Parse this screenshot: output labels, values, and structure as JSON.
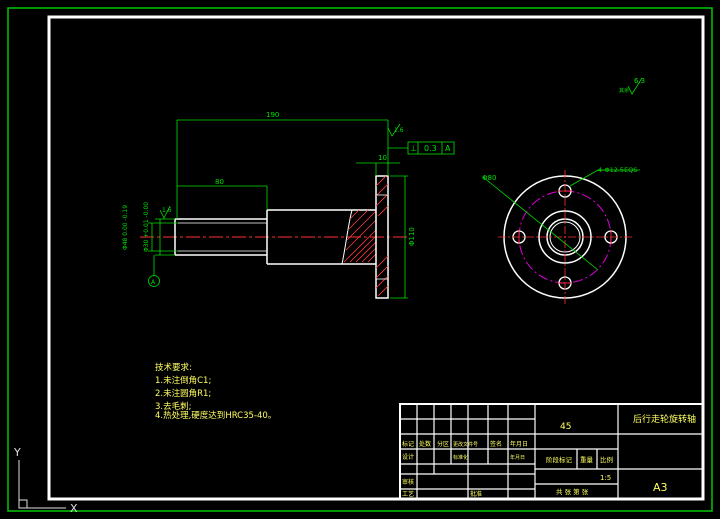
{
  "drawing": {
    "dims": {
      "overall_length": "190",
      "shaft_length": "80",
      "flange_thickness": "10",
      "flange_dia": "Φ110",
      "shaft_dia_label": "Φ48 0.00 -0.19",
      "bore_dia_label": "Φ30 +0.01 -0.00",
      "pcd_label": "Φ80",
      "holes_label": "4-Φ12.5EQS",
      "roughness_shaft": "1.6",
      "roughness_face": "1.6",
      "roughness_other": "6.3",
      "roughness_other_note": "其余",
      "datum": "A"
    },
    "tolerance_frame": {
      "symbol": "⊥",
      "value": "0.3",
      "datum": "A"
    },
    "notes": {
      "title": "技术要求:",
      "items": [
        "1.未注倒角C1;",
        "2.未注圆角R1;",
        "3.去毛刺;",
        "4.热处理,硬度达到HRC35-40。"
      ]
    },
    "title_block": {
      "material": "45",
      "part_name": "后行走轮旋转轴",
      "stage_mark_header": "阶段标记",
      "weight_header": "重量",
      "scale_header": "比例",
      "scale_value": "1:5",
      "sheet_label": "共 张 第 张",
      "format": "A3",
      "row_labels": [
        "标记",
        "处数",
        "分区",
        "更改文件号",
        "签名",
        "年月日"
      ],
      "row_labels2": [
        "设计",
        "标准化",
        "年月日"
      ],
      "left_labels": [
        "审核",
        "工艺"
      ],
      "extra_labels": [
        "批准"
      ]
    },
    "ucs": {
      "y": "Y",
      "x": "X"
    }
  }
}
